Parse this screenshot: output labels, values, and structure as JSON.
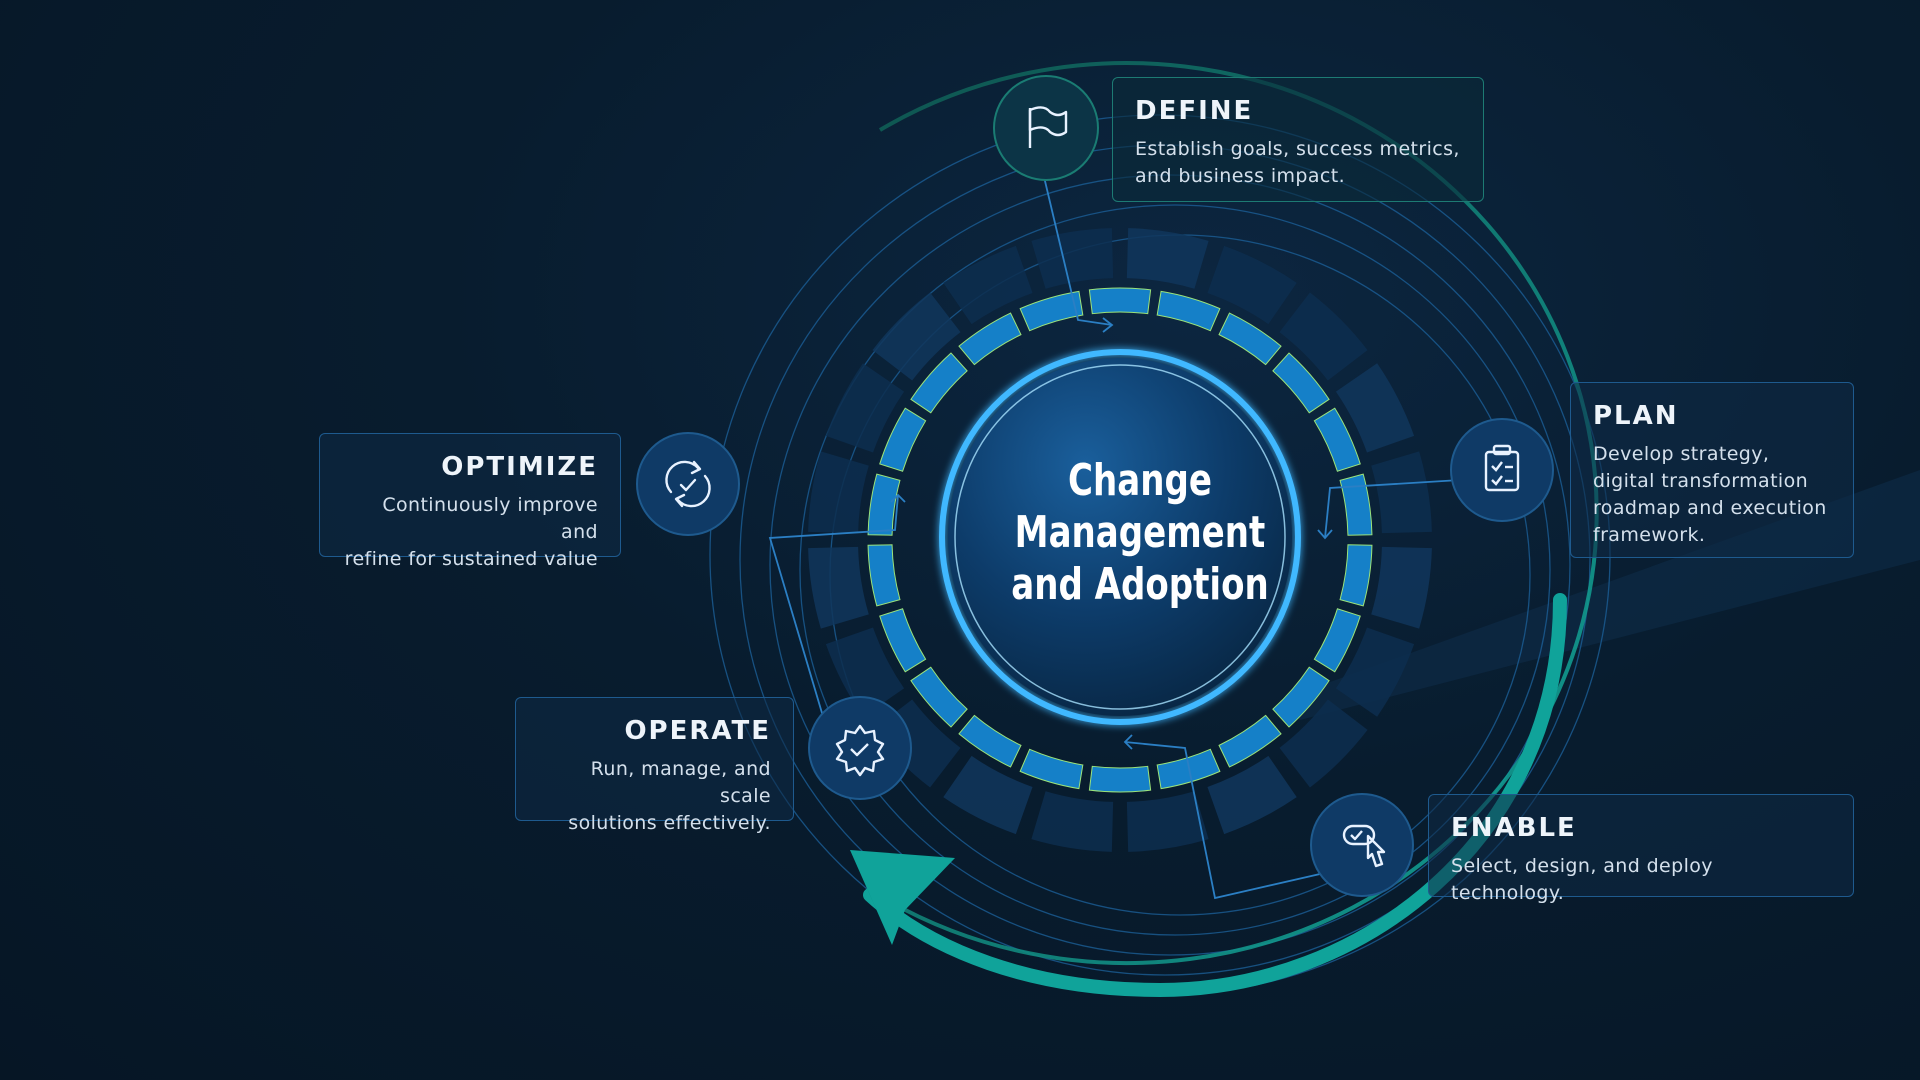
{
  "center": {
    "line1": "Change",
    "line2": "Management",
    "line3": "and Adoption"
  },
  "stages": [
    {
      "id": "define",
      "title": "DEFINE",
      "icon": "flag-icon",
      "desc1": "Establish goals, success metrics,",
      "desc2": "and business impact.",
      "desc3": "",
      "desc4": ""
    },
    {
      "id": "plan",
      "title": "PLAN",
      "icon": "clipboard-check-icon",
      "desc1": "Develop strategy,",
      "desc2": "digital transformation",
      "desc3": "roadmap and execution",
      "desc4": "framework."
    },
    {
      "id": "enable",
      "title": "ENABLE",
      "icon": "touch-select-icon",
      "desc1": "Select, design, and deploy technology.",
      "desc2": "",
      "desc3": "",
      "desc4": ""
    },
    {
      "id": "operate",
      "title": "OPERATE",
      "icon": "gear-check-icon",
      "desc1": "Run, manage, and scale",
      "desc2": "solutions effectively.",
      "desc3": "",
      "desc4": ""
    },
    {
      "id": "optimize",
      "title": "OPTIMIZE",
      "icon": "refresh-check-icon",
      "desc1": "Continuously improve and",
      "desc2": "refine for sustained value",
      "desc3": "",
      "desc4": ""
    }
  ],
  "colors": {
    "background": "#061625",
    "accent_teal": "#10a39a",
    "accent_blue": "#1580c8",
    "ring_glow": "#3fb8ff",
    "segment_edge": "#9be37a",
    "card_border": "#1e5a8e"
  }
}
